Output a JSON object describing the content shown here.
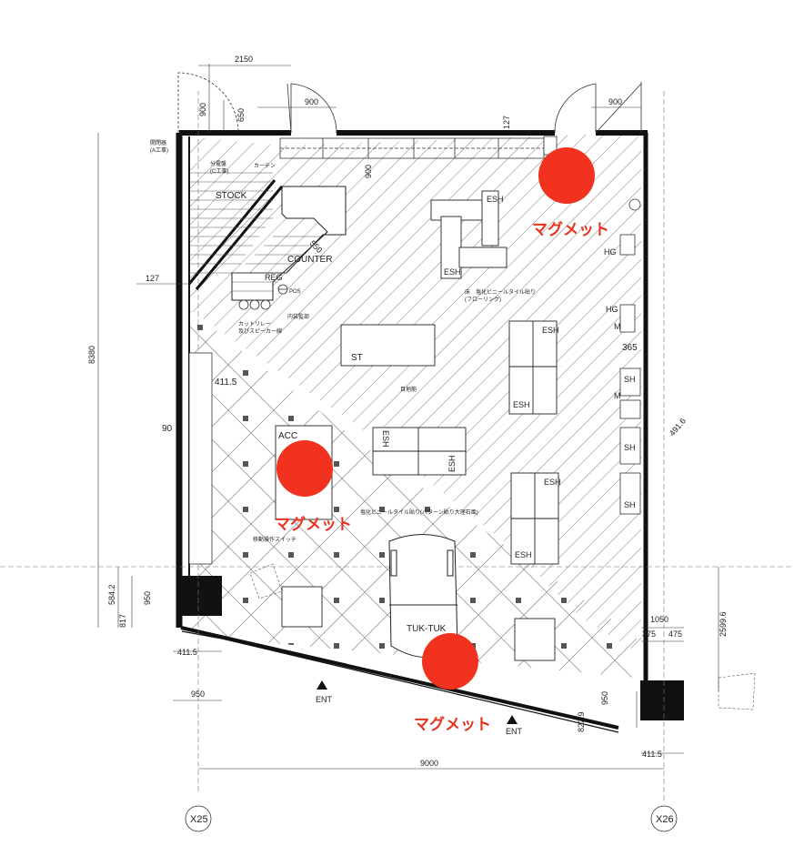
{
  "dimensions": {
    "top_width": "2150",
    "door_left": "900",
    "door_right": "900",
    "left_900": "900",
    "left_650": "650",
    "top_127": "127",
    "left_127": "127",
    "left_8380": "8380",
    "left_90": "90",
    "inner_4115": "411.5",
    "inner_900": "900",
    "left_5842": "584.2",
    "left_950": "950",
    "left_817": "817",
    "bottom_4115_left": "411.5",
    "bottom_950": "950",
    "bottom_9000": "9000",
    "right_4916": "491.6",
    "right_365": "365",
    "right_1050": "1050",
    "right_375": "375",
    "right_475": "475",
    "right_25996": "2599.6",
    "right_950": "950",
    "right_8229": "822.9",
    "bottom_4115_right": "411.5",
    "counter_550": "550"
  },
  "labels": {
    "stock": "STOCK",
    "counter": "COUNTER",
    "reg": "REG",
    "pos": "POS",
    "st": "ST",
    "acc": "ACC",
    "tuktuk": "TUK-TUK",
    "ent1": "ENT",
    "ent2": "ENT",
    "esh1": "ESH",
    "esh2": "ESH",
    "esh3": "ESH",
    "esh4": "ESH",
    "esh5": "ESH",
    "esh6": "ESH",
    "esh7": "ESH",
    "esh8": "ESH",
    "hg1": "HG",
    "hg2": "HG",
    "sh1": "SH",
    "sh2": "SH",
    "sh3": "SH",
    "m1": "M",
    "m2": "M",
    "kaiheiki": "開閉器",
    "a_koji": "(A工事)",
    "bunden": "分電盤",
    "c_koji": "(C工事)",
    "curtain": "カーテン",
    "floor1": "床　塩化ビニールタイル貼り",
    "floor2": "(フローリング)",
    "naisou": "内装監部",
    "cutrail1": "カットリレー",
    "cutrail2": "及びスピーカー線",
    "hyoji": "目地筋",
    "floor3": "塩化ビニールタイル貼り(パターン貼り大理石風)",
    "switch": "移動操作スイッチ",
    "grid_x25": "X25",
    "grid_x26": "X26"
  },
  "markers": {
    "magnet1": "マグメット",
    "magnet2": "マグメット",
    "magnet3": "マグメット"
  },
  "colors": {
    "marker": "#f0321e",
    "wall": "#111111",
    "line": "#333333"
  }
}
